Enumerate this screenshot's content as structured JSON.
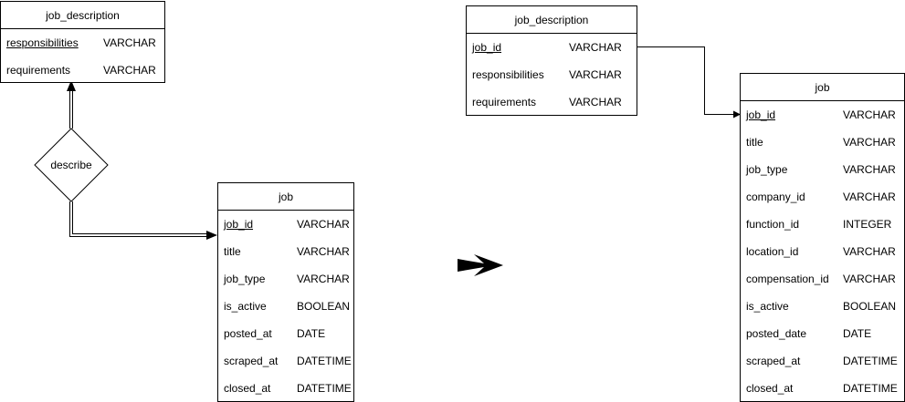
{
  "left_diagram": {
    "job_description": {
      "title": "job_description",
      "attributes": [
        {
          "name": "responsibilities",
          "type": "VARCHAR",
          "primary_key": true
        },
        {
          "name": "requirements",
          "type": "VARCHAR",
          "primary_key": false
        }
      ]
    },
    "relationship": {
      "label": "describe"
    },
    "job": {
      "title": "job",
      "attributes": [
        {
          "name": "job_id",
          "type": "VARCHAR",
          "primary_key": true
        },
        {
          "name": "title",
          "type": "VARCHAR",
          "primary_key": false
        },
        {
          "name": "job_type",
          "type": "VARCHAR",
          "primary_key": false
        },
        {
          "name": "is_active",
          "type": "BOOLEAN",
          "primary_key": false
        },
        {
          "name": "posted_at",
          "type": "DATE",
          "primary_key": false
        },
        {
          "name": "scraped_at",
          "type": "DATETIME",
          "primary_key": false
        },
        {
          "name": "closed_at",
          "type": "DATETIME",
          "primary_key": false
        }
      ]
    }
  },
  "right_diagram": {
    "job_description": {
      "title": "job_description",
      "attributes": [
        {
          "name": "job_id",
          "type": "VARCHAR",
          "primary_key": true
        },
        {
          "name": "responsibilities",
          "type": "VARCHAR",
          "primary_key": false
        },
        {
          "name": "requirements",
          "type": "VARCHAR",
          "primary_key": false
        }
      ]
    },
    "job": {
      "title": "job",
      "attributes": [
        {
          "name": "job_id",
          "type": "VARCHAR",
          "primary_key": true
        },
        {
          "name": "title",
          "type": "VARCHAR",
          "primary_key": false
        },
        {
          "name": "job_type",
          "type": "VARCHAR",
          "primary_key": false
        },
        {
          "name": "company_id",
          "type": "VARCHAR",
          "primary_key": false
        },
        {
          "name": "function_id",
          "type": "INTEGER",
          "primary_key": false
        },
        {
          "name": "location_id",
          "type": "VARCHAR",
          "primary_key": false
        },
        {
          "name": "compensation_id",
          "type": "VARCHAR",
          "primary_key": false
        },
        {
          "name": "is_active",
          "type": "BOOLEAN",
          "primary_key": false
        },
        {
          "name": "posted_date",
          "type": "DATE",
          "primary_key": false
        },
        {
          "name": "scraped_at",
          "type": "DATETIME",
          "primary_key": false
        },
        {
          "name": "closed_at",
          "type": "DATETIME",
          "primary_key": false
        }
      ]
    }
  },
  "transform_arrow": {
    "icon": "right-arrow-icon"
  },
  "colors": {
    "stroke": "#000000",
    "background": "#ffffff",
    "text": "#000000"
  }
}
